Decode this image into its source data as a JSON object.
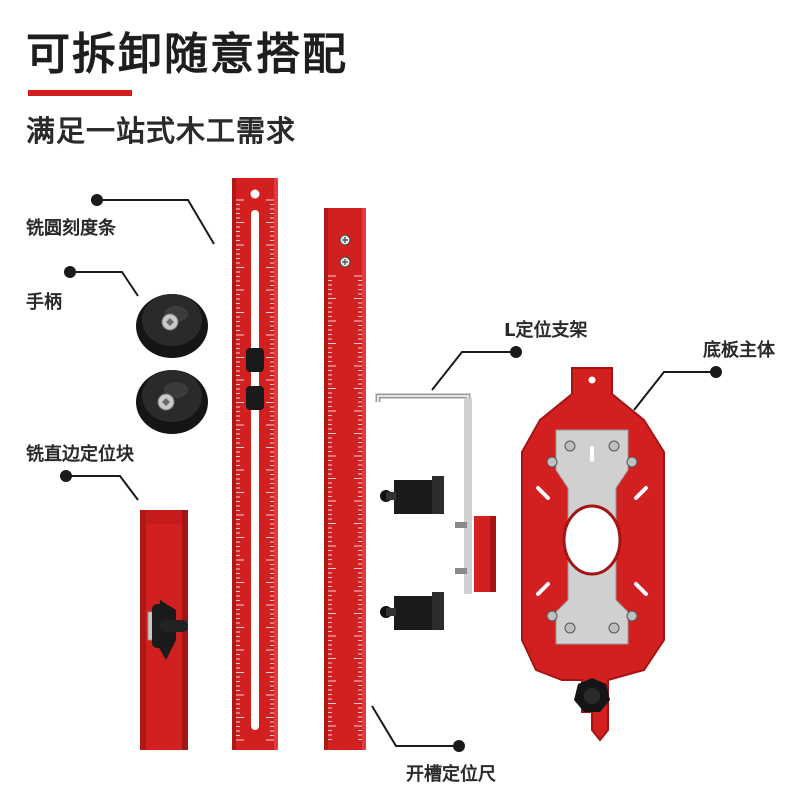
{
  "header": {
    "title": "可拆卸随意搭配",
    "subtitle": "满足一站式木工需求",
    "accent_color": "#d41c1c"
  },
  "labels": {
    "circle_ruler": "铣圆刻度条",
    "handle": "手柄",
    "edge_guide_block": "铣直边定位块",
    "l_bracket": "L定位支架",
    "base_plate": "底板主体",
    "slot_ruler": "开槽定位尺"
  },
  "colors": {
    "product_red": "#d21f1f",
    "product_dark_red": "#a51414",
    "knob_black": "#1a1a1a",
    "metal_silver": "#d0d0d0"
  }
}
